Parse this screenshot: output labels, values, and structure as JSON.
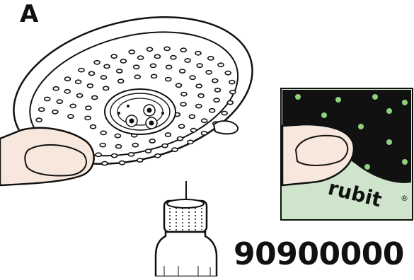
{
  "figure": {
    "step_label": "A",
    "part_number": "90900000",
    "brand": "rubit",
    "brand_mark": "®"
  },
  "colors": {
    "outline": "#111111",
    "skin": "#f7e7dc",
    "inset_bg": "#cfe5cb",
    "inset_dark": "#111111",
    "nozzle_dot": "#8fd27c"
  },
  "icons": [
    "shower-head-icon",
    "finger-icon",
    "cleaning-bottle-icon",
    "rubit-inset-icon"
  ]
}
